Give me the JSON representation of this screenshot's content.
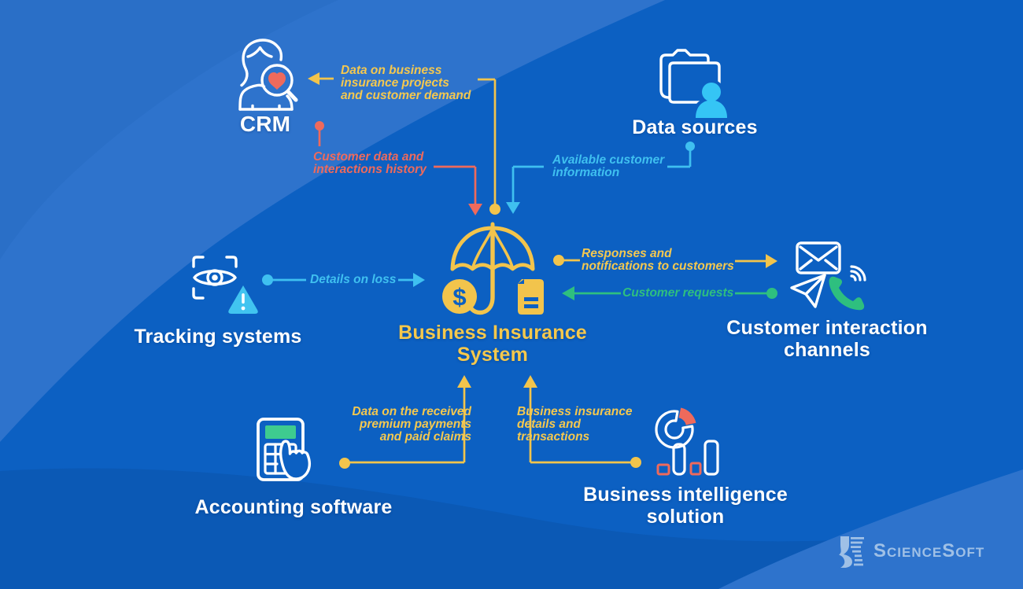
{
  "center": {
    "label_line1": "Business Insurance",
    "label_line2": "System",
    "coin_symbol": "$"
  },
  "nodes": {
    "crm": {
      "label": "CRM"
    },
    "data_sources": {
      "label": "Data sources"
    },
    "tracking": {
      "label": "Tracking systems"
    },
    "channels": {
      "label_line1": "Customer interaction",
      "label_line2": "channels"
    },
    "accounting": {
      "label": "Accounting software"
    },
    "bi": {
      "label_line1": "Business intelligence",
      "label_line2": "solution"
    }
  },
  "connectors": {
    "to_crm": {
      "lines": [
        "Data on business",
        "insurance projects",
        "and customer demand"
      ],
      "color": "#F2C44C"
    },
    "from_crm": {
      "lines": [
        "Customer data and",
        "interactions history"
      ],
      "color": "#EE6A5C"
    },
    "from_data_sources": {
      "lines": [
        "Available customer",
        "information"
      ],
      "color": "#3FC0F0"
    },
    "from_tracking": {
      "label": "Details on loss",
      "color": "#3FC0F0"
    },
    "to_channels": {
      "lines": [
        "Responses and",
        "notifications to customers"
      ],
      "color": "#F2C44C"
    },
    "from_channels": {
      "label": "Customer requests",
      "color": "#2EBF7F"
    },
    "from_accounting": {
      "lines": [
        "Data on the received",
        "premium payments",
        "and paid claims"
      ],
      "color": "#F2C44C"
    },
    "from_bi": {
      "lines": [
        "Business insurance",
        "details and",
        "transactions"
      ],
      "color": "#F2C44C"
    }
  },
  "branding": {
    "logo_text": "ScienceSoft"
  },
  "colors": {
    "background": "#0C60C2",
    "wave_light": "#2E73CC",
    "wave_dark_bottom": "#0B59B5",
    "yellow": "#F2C44C",
    "red": "#EE6A5C",
    "cyan": "#3FC0F0",
    "green": "#2EBF7F",
    "icon_white": "#FFFFFF",
    "logo": "#9FC0E6"
  }
}
